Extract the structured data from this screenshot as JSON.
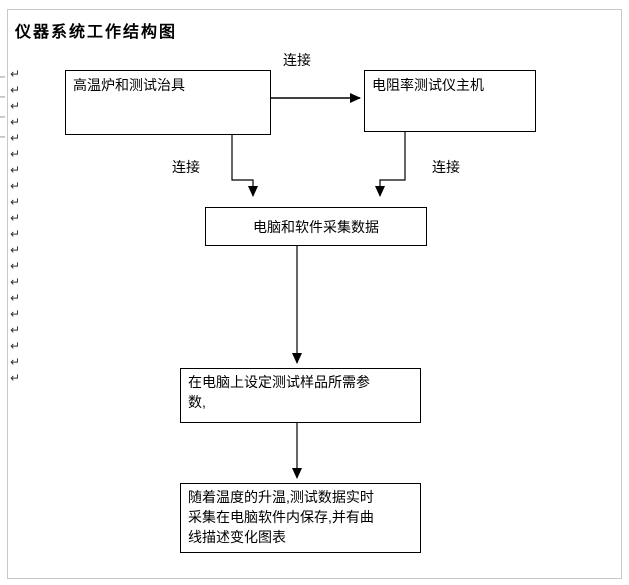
{
  "document": {
    "title": "仪器系统工作结构图"
  },
  "diagram": {
    "nodes": {
      "furnace": {
        "label": "高温炉和测试治具"
      },
      "tester": {
        "label": "电阻率测试仪主机"
      },
      "computer": {
        "label": "电脑和软件采集数据"
      },
      "params": {
        "lines": [
          "在电脑上设定测试样品所需参",
          "数,"
        ]
      },
      "result": {
        "lines": [
          "随着温度的升温,测试数据实时",
          "采集在电脑软件内保存,并有曲",
          "线描述变化图表"
        ]
      }
    },
    "edges": [
      {
        "from": "furnace",
        "to": "tester",
        "label": "连接",
        "bidirectional": true
      },
      {
        "from": "furnace",
        "to": "computer",
        "label": "连接",
        "bidirectional": false
      },
      {
        "from": "tester",
        "to": "computer",
        "label": "连接",
        "bidirectional": false
      },
      {
        "from": "computer",
        "to": "params",
        "label": "",
        "bidirectional": false
      },
      {
        "from": "params",
        "to": "result",
        "label": "",
        "bidirectional": false
      }
    ]
  },
  "formatting_marks": {
    "symbol": "↵",
    "line_break_ys": [
      68,
      84,
      100,
      116,
      132,
      148,
      164,
      180,
      196,
      212,
      228,
      244,
      260,
      276,
      292,
      308,
      324,
      340,
      356,
      372
    ],
    "edge_symbol": "⌐",
    "edge_mark_ys": [
      72,
      92,
      112,
      132
    ]
  },
  "colors": {
    "page_border": "#c8c8c8",
    "box_border": "#000000",
    "line": "#000000",
    "text": "#000000",
    "marks": "#333333"
  }
}
